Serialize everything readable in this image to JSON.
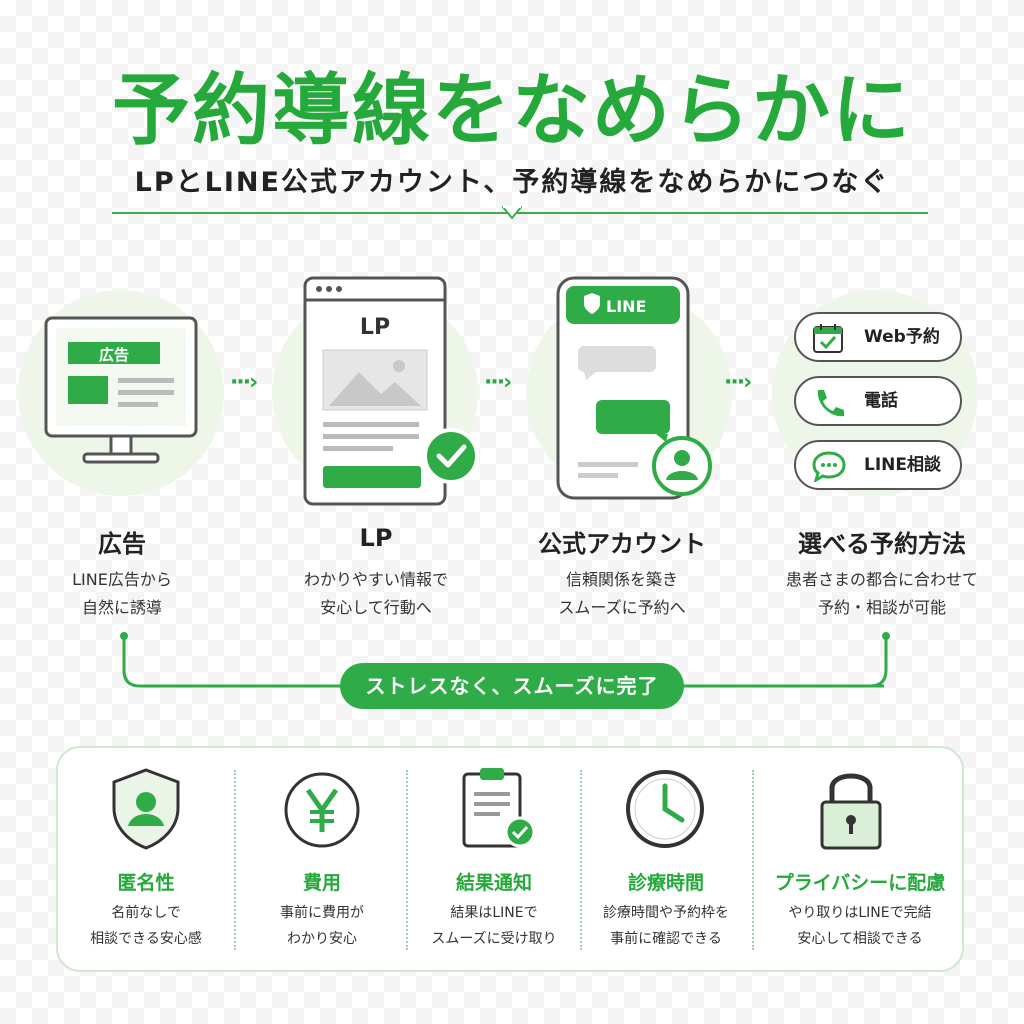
{
  "header": {
    "title": "予約導線をなめらかに",
    "subtitle": "LPとLINE公式アカウント、予約導線をなめらかにつなぐ"
  },
  "colors": {
    "brand_green": "#2fac47",
    "light_green": "#eef6ea",
    "dark": "#222222"
  },
  "steps": [
    {
      "icon": "monitor-ad-icon",
      "screen_label": "広告",
      "title": "広告",
      "desc": [
        "LINE広告から",
        "自然に誘導"
      ]
    },
    {
      "icon": "browser-lp-icon",
      "screen_label": "LP",
      "title": "LP",
      "desc": [
        "わかりやすい情報で",
        "安心して行動へ"
      ]
    },
    {
      "icon": "phone-line-icon",
      "screen_label": "LINE",
      "title": "公式アカウント",
      "desc": [
        "信頼関係を築き",
        "スムーズに予約へ"
      ]
    },
    {
      "icon": "reservation-options-icon",
      "title": "選べる予約方法",
      "desc": [
        "患者さまの都合に合わせて",
        "予約・相談が可能"
      ]
    }
  ],
  "arrow_glyph": "···›",
  "options": [
    {
      "icon": "calendar-check-icon",
      "label": "Web予約"
    },
    {
      "icon": "phone-icon",
      "label": "電話"
    },
    {
      "icon": "chat-bubble-icon",
      "label": "LINE相談"
    }
  ],
  "completion_badge": "ストレスなく、スムーズに完了",
  "features": [
    {
      "icon": "shield-user-icon",
      "title": "匿名性",
      "desc": [
        "名前なしで",
        "相談できる安心感"
      ]
    },
    {
      "icon": "yen-icon",
      "title": "費用",
      "desc": [
        "事前に費用が",
        "わかり安心"
      ]
    },
    {
      "icon": "clipboard-check-icon",
      "title": "結果通知",
      "desc": [
        "結果はLINEで",
        "スムーズに受け取り"
      ]
    },
    {
      "icon": "clock-icon",
      "title": "診療時間",
      "desc": [
        "診療時間や予約枠を",
        "事前に確認できる"
      ]
    },
    {
      "icon": "padlock-icon",
      "title": "プライバシーに配慮",
      "desc": [
        "やり取りはLINEで完結",
        "安心して相談できる"
      ]
    }
  ]
}
